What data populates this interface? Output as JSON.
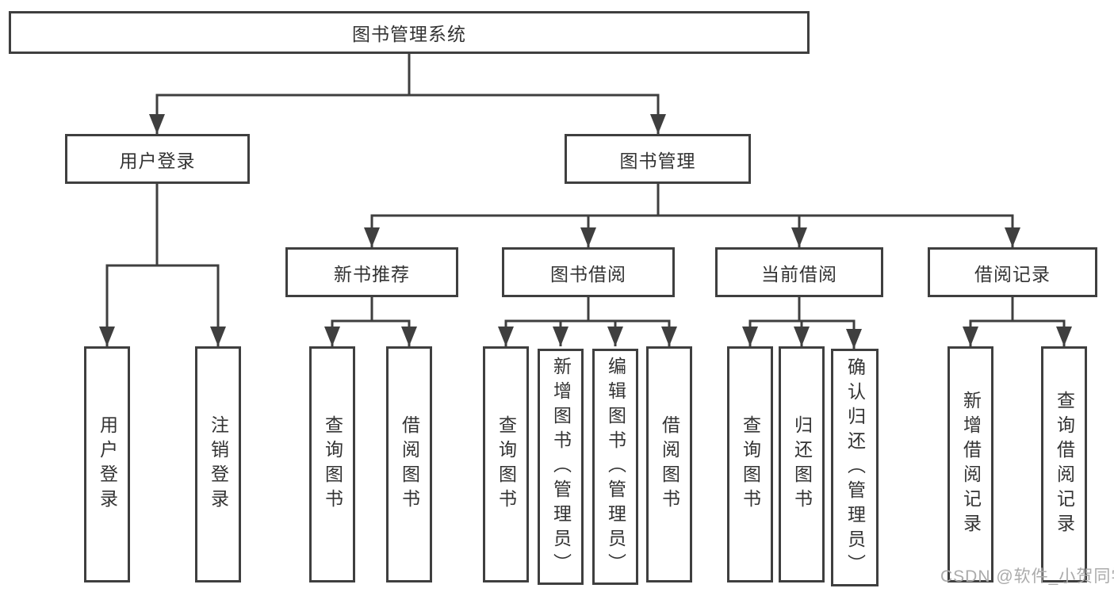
{
  "colors": {
    "line": "#3f3f3f",
    "border": "#3f3f3f",
    "text": "#333333",
    "watermark": "#ababab",
    "bg": "#ffffff"
  },
  "watermark": "CSDN @软件_小贺同学",
  "tree": {
    "root": {
      "label": "图书管理系统"
    },
    "branches": [
      {
        "label": "用户登录",
        "children": [
          {
            "label": "用户登录"
          },
          {
            "label": "注销登录"
          }
        ]
      },
      {
        "label": "图书管理",
        "children": [
          {
            "label": "新书推荐",
            "children": [
              {
                "label": "查询图书"
              },
              {
                "label": "借阅图书"
              }
            ]
          },
          {
            "label": "图书借阅",
            "children": [
              {
                "label": "查询图书"
              },
              {
                "label": "新增图书（管理员）"
              },
              {
                "label": "编辑图书（管理员）"
              },
              {
                "label": "借阅图书"
              }
            ]
          },
          {
            "label": "当前借阅",
            "children": [
              {
                "label": "查询图书"
              },
              {
                "label": "归还图书"
              },
              {
                "label": "确认归还（管理员）"
              }
            ]
          },
          {
            "label": "借阅记录",
            "children": [
              {
                "label": "新增借阅记录"
              },
              {
                "label": "查询借阅记录"
              }
            ]
          }
        ]
      }
    ]
  }
}
